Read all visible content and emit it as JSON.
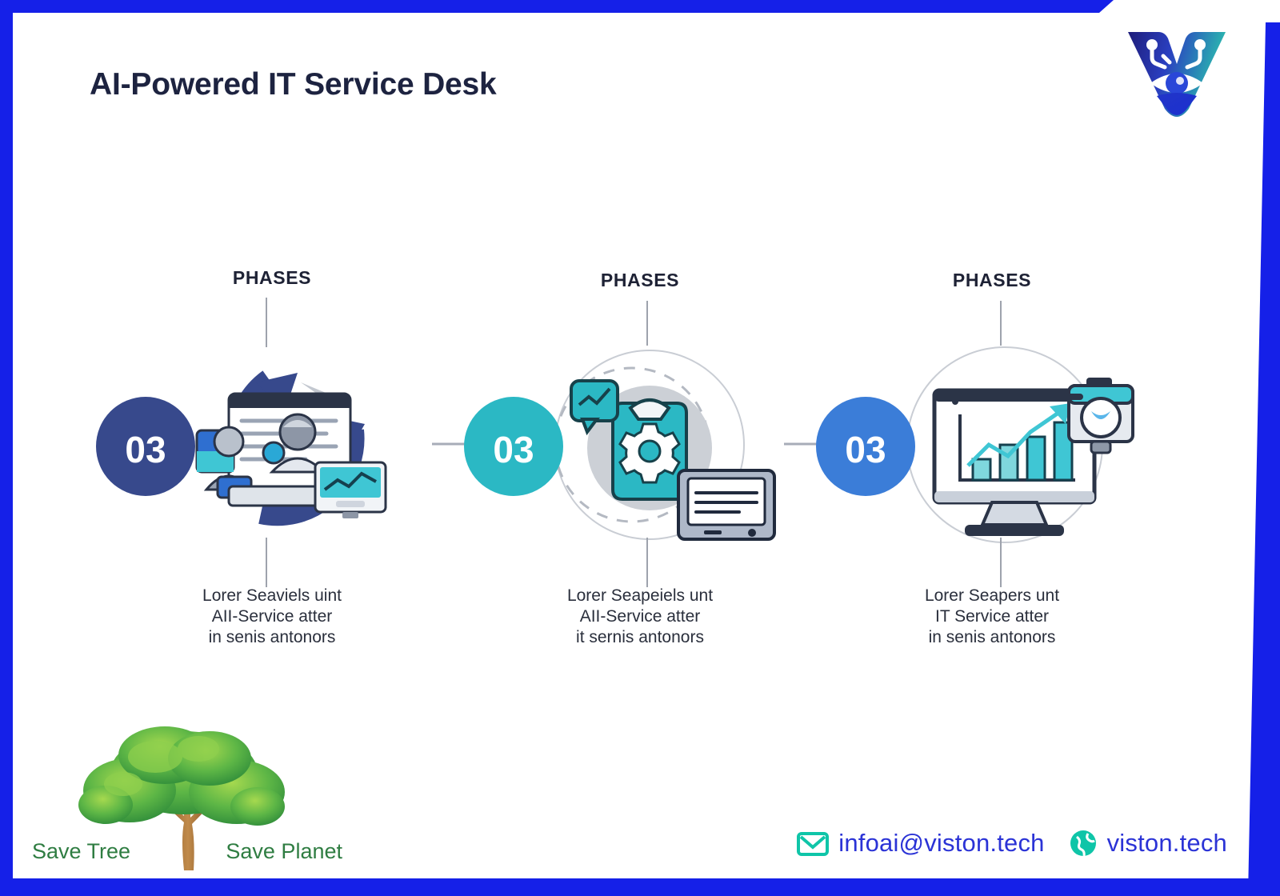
{
  "slide": {
    "title": "AI-Powered IT Service Desk",
    "accent_blue": "#1520e8",
    "title_color": "#1d2340"
  },
  "logo": {
    "name": "viston-v-eye-logo",
    "gradient_start": "#1f1d7a",
    "gradient_end": "#2bbfae"
  },
  "phases": [
    {
      "label": "PHASES",
      "number": "03",
      "circle_color": "#37498c",
      "desc_line1": "Lorer Seaviels uint",
      "desc_line2": "AII-Service atter",
      "desc_line3": "in senis antonors",
      "art": "team-dashboard-cycle-icon"
    },
    {
      "label": "PHASES",
      "number": "03",
      "circle_color": "#2bb8c4",
      "desc_line1": "Lorer Seapeiels unt",
      "desc_line2": "AII-Service atter",
      "desc_line3": "it sernis antonors",
      "art": "gear-clipboard-tablet-icon"
    },
    {
      "label": "PHASES",
      "number": "03",
      "circle_color": "#3b7dd8",
      "desc_line1": "Lorer Seapers unt",
      "desc_line2": "IT Service atter",
      "desc_line3": "in senis antonors",
      "art": "monitor-growth-chart-icon"
    }
  ],
  "connectors": [
    {
      "name": "arrow-phase1-to-phase2",
      "color": "#a7adb8"
    },
    {
      "name": "arrow-phase2-to-phase3",
      "color": "#a7adb8"
    }
  ],
  "eco_badge": {
    "left_text": "Save Tree",
    "right_text": "Save Planet",
    "text_color": "#2f7d42",
    "icon": "tree-icon"
  },
  "contact": {
    "email": "infoai@viston.tech",
    "website": "viston.tech",
    "email_icon": "envelope-icon",
    "web_icon": "globe-icon",
    "icon_color": "#0fc5a8",
    "text_color": "#2b33d6"
  }
}
